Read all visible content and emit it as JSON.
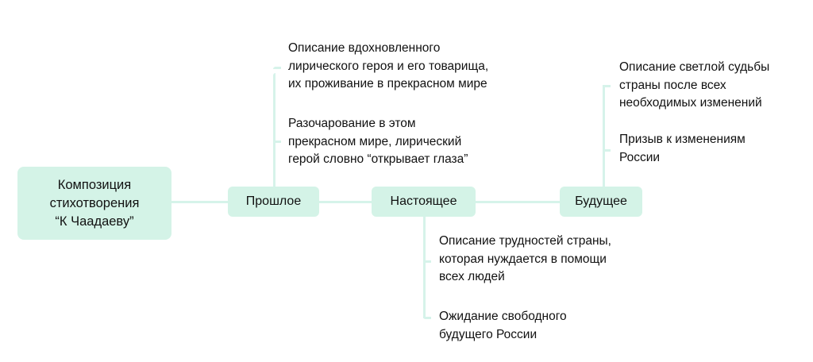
{
  "root": {
    "label": "Композиция\nстихотворения\n“К Чаадаеву”"
  },
  "branches": [
    {
      "label": "Прошлое",
      "items": [
        "Описание вдохновленного\nлирического героя и его товарища,\nих проживание в прекрасном мире",
        "Разочарование в этом\nпрекрасном мире, лирический\nгерой словно “открывает глаза”"
      ]
    },
    {
      "label": "Настоящее",
      "items": [
        "Описание трудностей страны,\nкоторая нуждается в помощи\nвсех людей",
        "Ожидание свободного\nбудущего России"
      ]
    },
    {
      "label": "Будущее",
      "items": [
        "Описание светлой судьбы\nстраны после всех\nнеобходимых изменений",
        "Призыв к изменениям\nРоссии"
      ]
    }
  ],
  "colors": {
    "node": "#d4f3e7",
    "line": "#d6f3ea"
  }
}
